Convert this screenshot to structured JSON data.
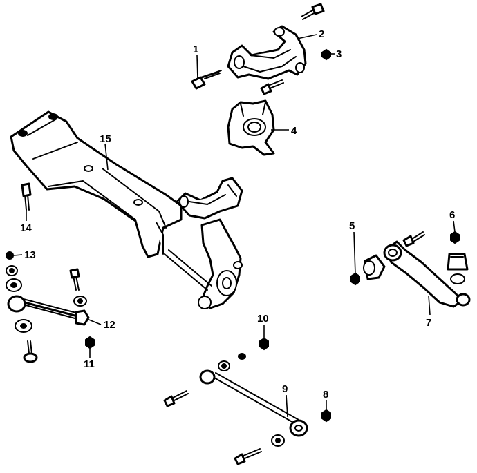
{
  "diagram": {
    "callouts": [
      {
        "id": "1",
        "label": "1"
      },
      {
        "id": "2",
        "label": "2"
      },
      {
        "id": "3",
        "label": "3"
      },
      {
        "id": "4",
        "label": "4"
      },
      {
        "id": "5",
        "label": "5"
      },
      {
        "id": "6",
        "label": "6"
      },
      {
        "id": "7",
        "label": "7"
      },
      {
        "id": "8",
        "label": "8"
      },
      {
        "id": "9",
        "label": "9"
      },
      {
        "id": "10",
        "label": "10"
      },
      {
        "id": "11",
        "label": "11"
      },
      {
        "id": "12",
        "label": "12"
      },
      {
        "id": "13",
        "label": "13"
      },
      {
        "id": "14",
        "label": "14"
      },
      {
        "id": "15",
        "label": "15"
      }
    ]
  },
  "colors": {
    "line": "#000000",
    "background": "#ffffff"
  }
}
